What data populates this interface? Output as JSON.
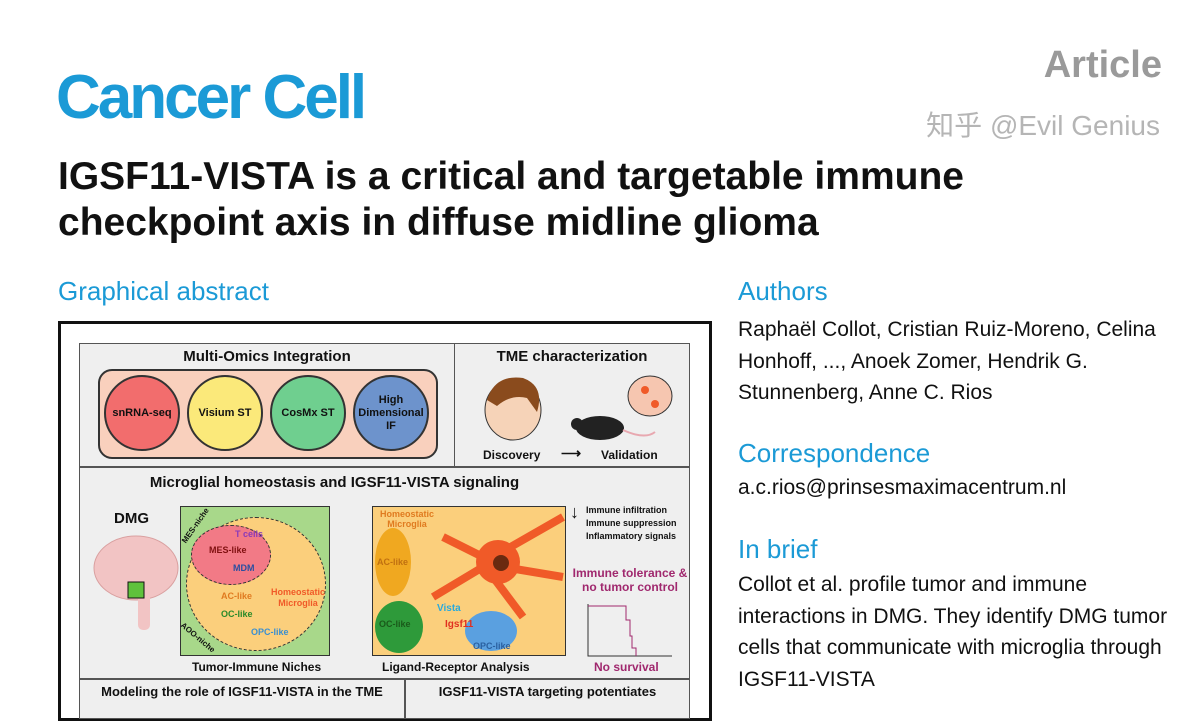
{
  "header": {
    "journal": "Cancer Cell",
    "article_type": "Article"
  },
  "title": "IGSF11-VISTA is a critical and targetable immune checkpoint axis in diffuse midline glioma",
  "graphical_abstract": {
    "heading": "Graphical abstract",
    "multi_omics": {
      "title": "Multi-Omics Integration",
      "methods": [
        "snRNA-seq",
        "Visium ST",
        "CosMx ST",
        "High Dimensional IF"
      ]
    },
    "tme": {
      "title": "TME characterization",
      "discovery": "Discovery",
      "validation": "Validation"
    },
    "signaling": {
      "title": "Microglial homeostasis and IGSF11-VISTA signaling",
      "dmg": "DMG",
      "niches": {
        "mes_niche": "MES-niche",
        "aoo_niche": "AOO-niche",
        "t_cells": "T cells",
        "mes_like": "MES-like",
        "mdm": "MDM",
        "ac_like": "AC-like",
        "homeostatic_microglia": "Homeostatic Microglia",
        "oc_like": "OC-like",
        "opc_like": "OPC-like",
        "caption": "Tumor-Immune Niches"
      },
      "lr": {
        "homeostatic_microglia": "Homeostatic Microglia",
        "ac_like": "AC-like",
        "vista": "Vista",
        "igsf11": "Igsf11",
        "oc_like": "OC-like",
        "opc_like": "OPC-like",
        "caption": "Ligand-Receptor Analysis"
      },
      "effects": [
        "Immune infiltration",
        "Immune suppression",
        "Inflammatory signals"
      ],
      "tolerance": "Immune tolerance & no tumor control",
      "survival": "No survival"
    },
    "bottom": {
      "left": "Modeling the role of IGSF11-VISTA in the TME",
      "right": "IGSF11-VISTA targeting potentiates"
    }
  },
  "authors": {
    "heading": "Authors",
    "text": "Raphaël Collot, Cristian Ruiz-Moreno, Celina Honhoff, ..., Anoek Zomer, Hendrik G. Stunnenberg, Anne C. Rios"
  },
  "correspondence": {
    "heading": "Correspondence",
    "email": "a.c.rios@prinsesmaximacentrum.nl"
  },
  "in_brief": {
    "heading": "In brief",
    "text": "Collot et al. profile tumor and immune interactions in DMG. They identify DMG tumor cells that communicate with microglia through IGSF11-VISTA"
  },
  "watermark": "知乎 @Evil Genius",
  "colors": {
    "brand": "#1b9ad6",
    "article": "#9a9a9a",
    "magenta": "#a0286e"
  }
}
